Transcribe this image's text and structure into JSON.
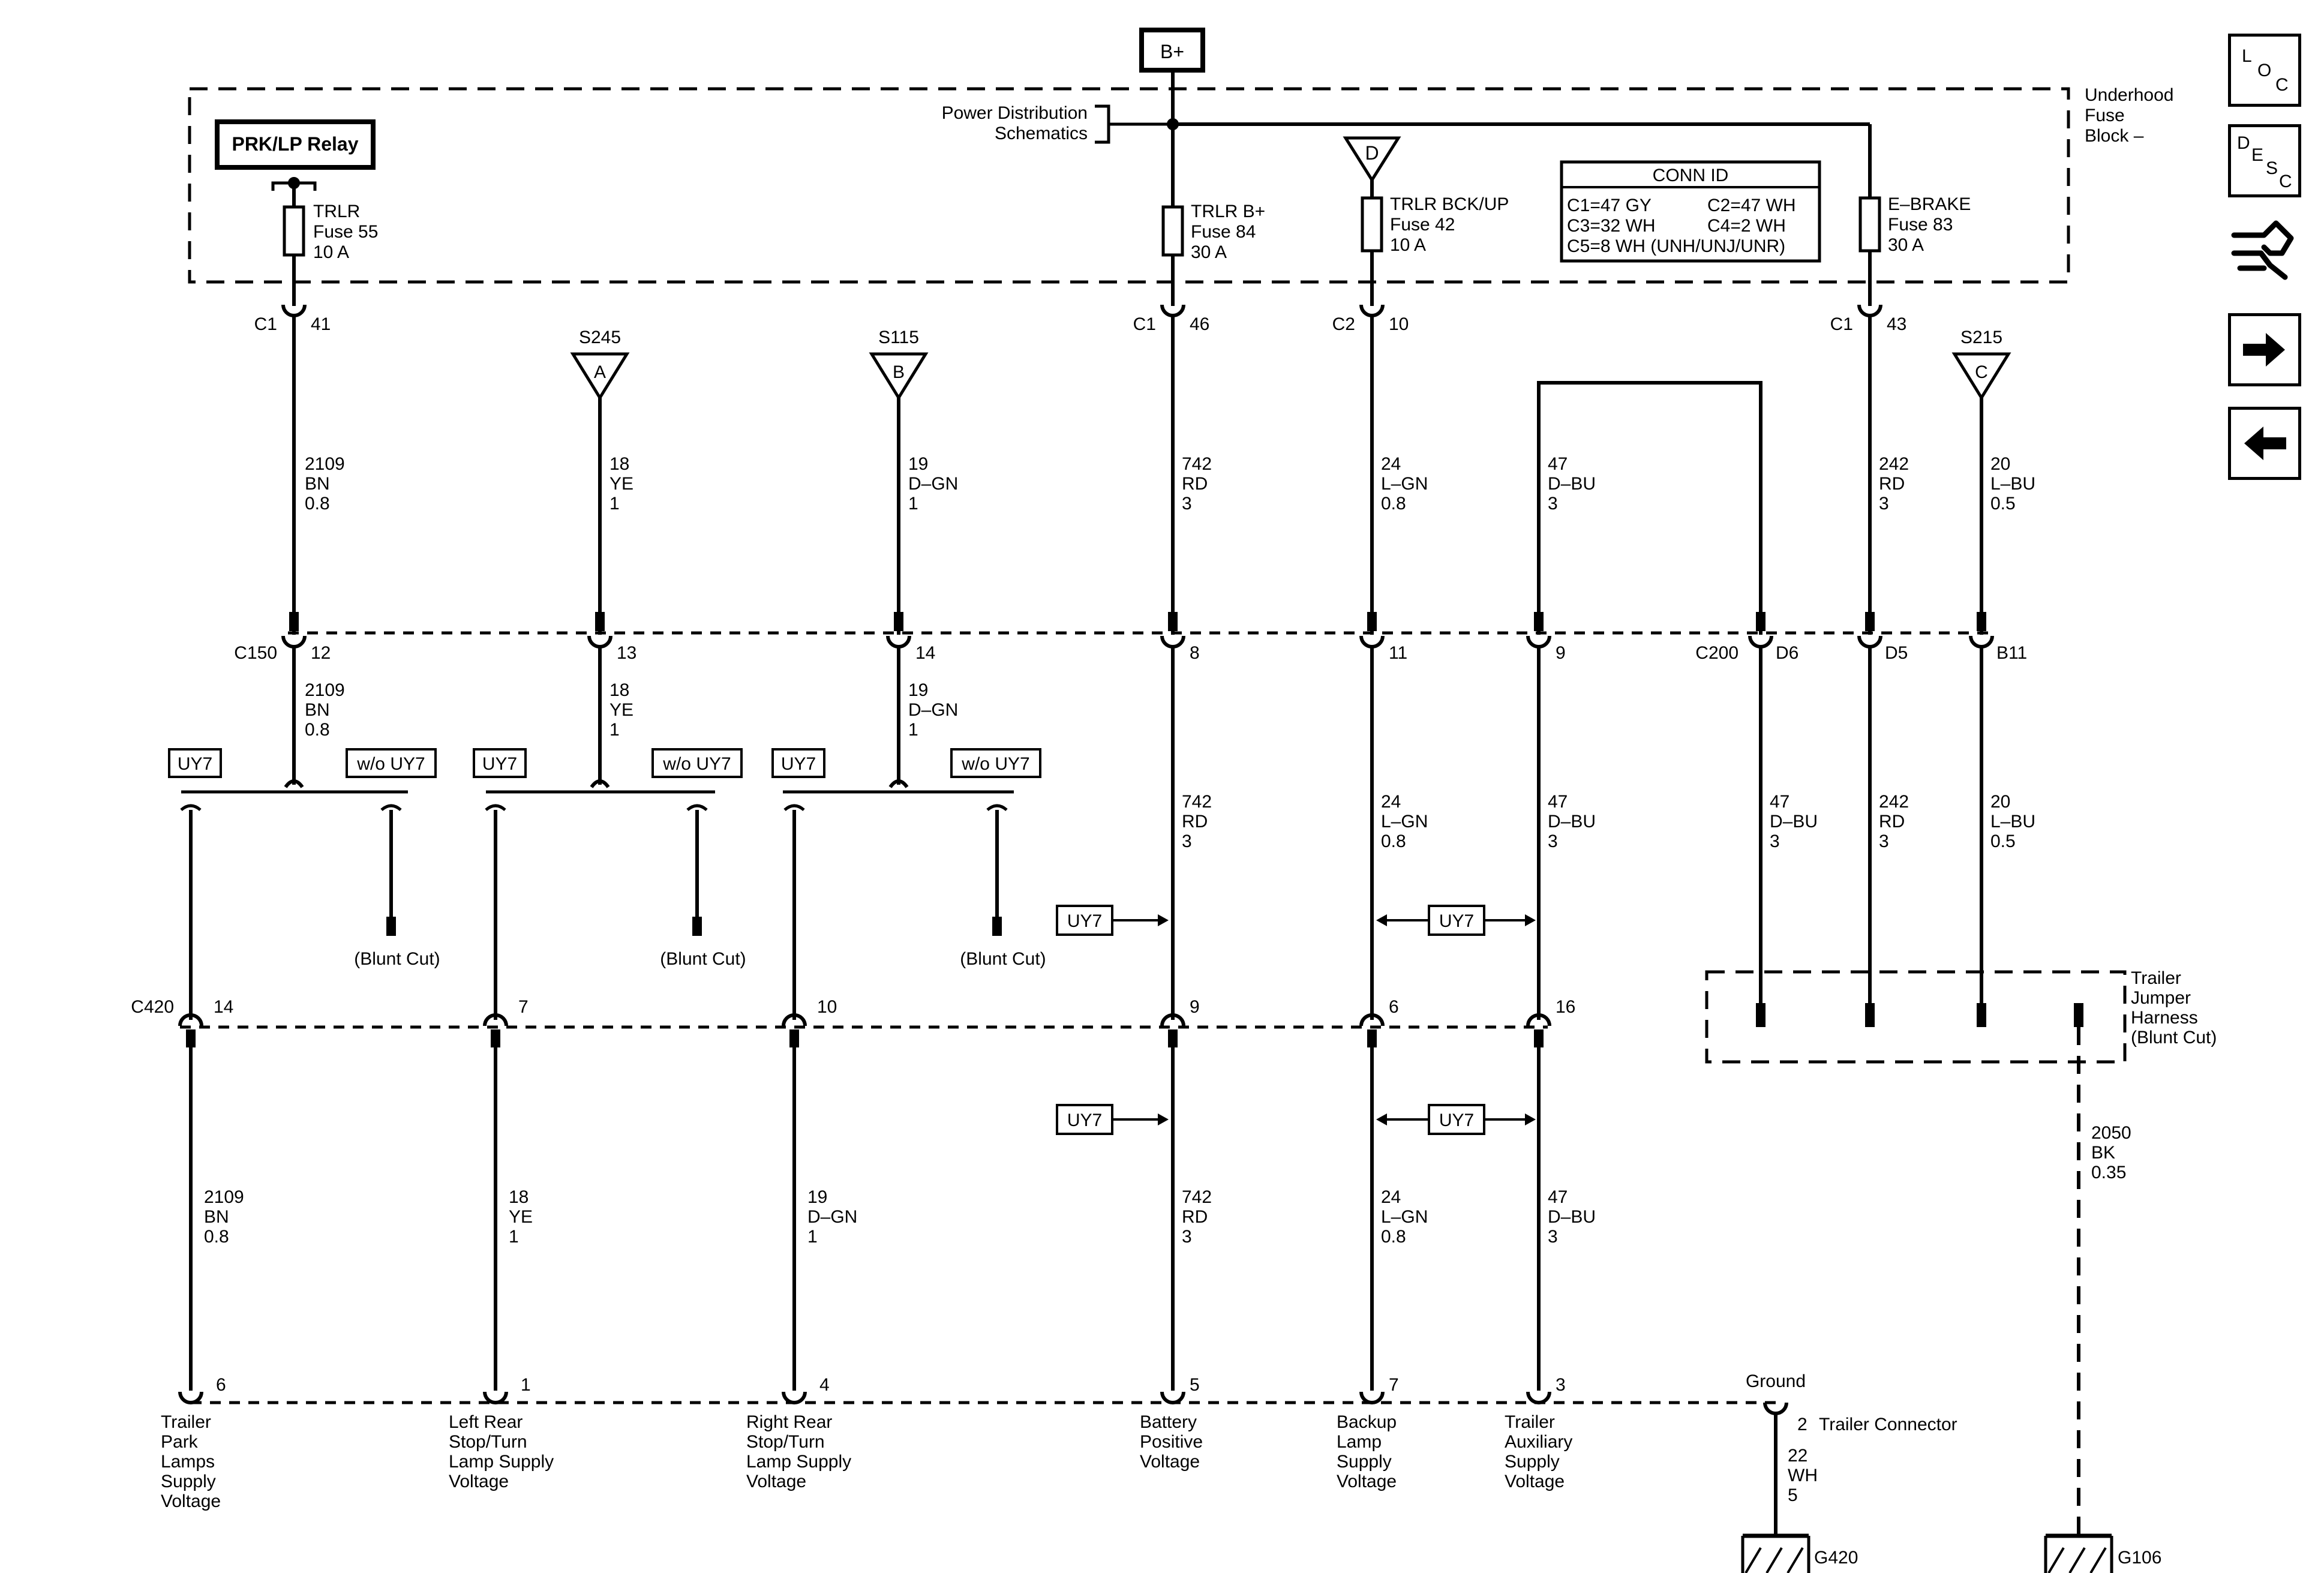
{
  "bplus": "B+",
  "fuse_block_label": [
    "Underhood",
    "Fuse",
    "Block –"
  ],
  "power_dist": [
    "Power Distribution",
    "Schematics"
  ],
  "relay": "PRK/LP Relay",
  "d_tag": "D",
  "fuses": [
    {
      "lines": [
        "TRLR",
        "Fuse 55",
        "10 A"
      ]
    },
    {
      "lines": [
        "TRLR B+",
        "Fuse 84",
        "30 A"
      ]
    },
    {
      "lines": [
        "TRLR BCK/UP",
        "Fuse 42",
        "10 A"
      ]
    },
    {
      "lines": [
        "E–BRAKE",
        "Fuse 83",
        "30 A"
      ]
    }
  ],
  "conn_id": {
    "title": "CONN ID",
    "rows": [
      [
        "C1=47 GY",
        "C2=47 WH"
      ],
      [
        "C3=32 WH",
        "C4=2 WH"
      ],
      [
        "C5=8 WH (UNH/UNJ/UNR)",
        ""
      ]
    ]
  },
  "fuse_conns": [
    {
      "conn": "C1",
      "pin": "41"
    },
    {
      "conn": "C1",
      "pin": "46"
    },
    {
      "conn": "C2",
      "pin": "10"
    },
    {
      "conn": "C1",
      "pin": "43"
    }
  ],
  "splices": [
    "S245",
    "S115",
    "S215"
  ],
  "splice_tags": [
    "A",
    "B",
    "C"
  ],
  "upper_wires": [
    [
      "2109",
      "BN",
      "0.8"
    ],
    [
      "18",
      "YE",
      "1"
    ],
    [
      "19",
      "D–GN",
      "1"
    ],
    [
      "742",
      "RD",
      "3"
    ],
    [
      "24",
      "L–GN",
      "0.8"
    ],
    [
      "47",
      "D–BU",
      "3"
    ],
    [
      "242",
      "RD",
      "3"
    ],
    [
      "20",
      "L–BU",
      "0.5"
    ]
  ],
  "c150": {
    "name": "C150",
    "pins": [
      "12",
      "13",
      "14",
      "8",
      "11",
      "9"
    ]
  },
  "c200": {
    "name": "C200",
    "pins": [
      "D6",
      "D5",
      "B11"
    ]
  },
  "mid_wires_left": [
    [
      "2109",
      "BN",
      "0.8"
    ],
    [
      "18",
      "YE",
      "1"
    ],
    [
      "19",
      "D–GN",
      "1"
    ]
  ],
  "mid_wires_right": [
    [
      "742",
      "RD",
      "3"
    ],
    [
      "24",
      "L–GN",
      "0.8"
    ],
    [
      "47",
      "D–BU",
      "3"
    ],
    [
      "47",
      "D–BU",
      "3"
    ],
    [
      "242",
      "RD",
      "3"
    ],
    [
      "20",
      "L–BU",
      "0.5"
    ]
  ],
  "option_with": "UY7",
  "option_without": "w/o UY7",
  "blunt_cut": "(Blunt Cut)",
  "c420": {
    "name": "C420",
    "pins": [
      "14",
      "7",
      "10",
      "9",
      "6",
      "16"
    ]
  },
  "trailer_jumper": [
    "Trailer",
    "Jumper",
    "Harness",
    "(Blunt Cut)"
  ],
  "lower_wires": [
    [
      "2109",
      "BN",
      "0.8"
    ],
    [
      "18",
      "YE",
      "1"
    ],
    [
      "19",
      "D–GN",
      "1"
    ],
    [
      "742",
      "RD",
      "3"
    ],
    [
      "24",
      "L–GN",
      "0.8"
    ],
    [
      "47",
      "D–BU",
      "3"
    ]
  ],
  "jumper_wire": [
    "2050",
    "BK",
    "0.35"
  ],
  "trailer_conn": {
    "pins": [
      "6",
      "1",
      "4",
      "5",
      "7",
      "3"
    ],
    "ground_label": "Ground",
    "ground_pin": "2",
    "name": "Trailer Connector"
  },
  "ground_wire": [
    "22",
    "WH",
    "5"
  ],
  "functions": [
    [
      "Trailer",
      "Park",
      "Lamps",
      "Supply",
      "Voltage"
    ],
    [
      "Left Rear",
      "Stop/Turn",
      "Lamp Supply",
      "Voltage"
    ],
    [
      "Right Rear",
      "Stop/Turn",
      "Lamp Supply",
      "Voltage"
    ],
    [
      "Battery",
      "Positive",
      "Voltage"
    ],
    [
      "Backup",
      "Lamp",
      "Supply",
      "Voltage"
    ],
    [
      "Trailer",
      "Auxiliary",
      "Supply",
      "Voltage"
    ]
  ],
  "grounds": [
    "G420",
    "G106"
  ],
  "nav": {
    "loc": [
      "L",
      "O",
      "C"
    ],
    "desc": [
      "D",
      "E",
      "S",
      "C"
    ],
    "icons": [
      "connector-icon",
      "arrow-right-icon",
      "arrow-left-icon"
    ]
  }
}
